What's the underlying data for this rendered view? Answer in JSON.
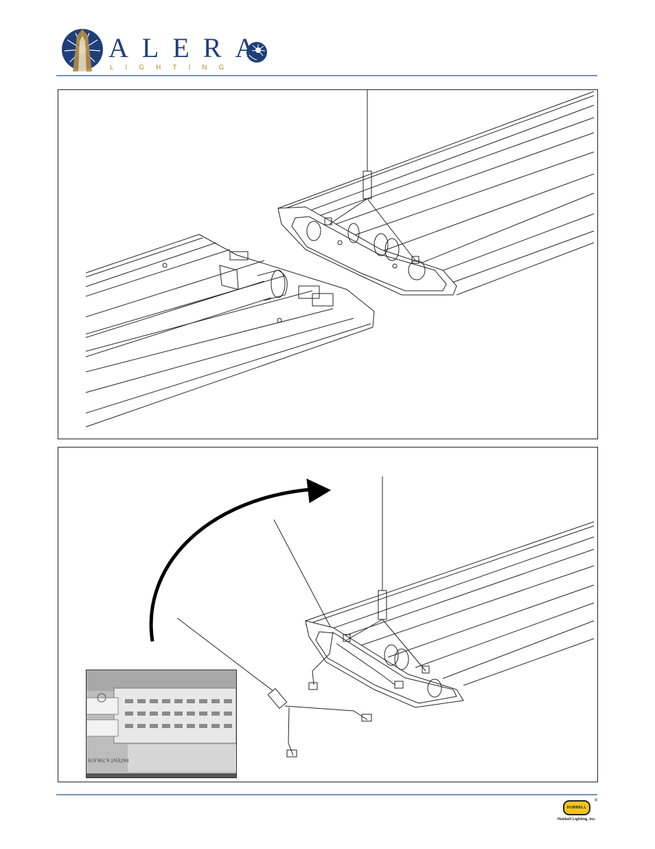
{
  "header": {
    "brand_name": "ALERA",
    "brand_sub": "LIGHTING"
  },
  "inset": {
    "label": "PATENT 6,796,676"
  },
  "footer": {
    "logo_text": "HUBBELL",
    "registered_mark": "®",
    "company": "Hubbell Lighting, Inc."
  },
  "colors": {
    "brand_blue": "#1f3f7a",
    "brand_gold": "#b08d3e",
    "rule_blue": "#7a8fb8",
    "hubbell_yellow": "#f2c51c"
  }
}
